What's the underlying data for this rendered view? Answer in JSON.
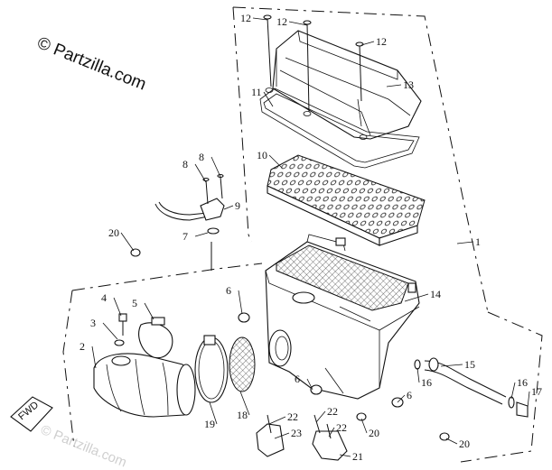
{
  "watermark": {
    "copyright": "© Partzilla.com",
    "footer": "© Partzilla.com"
  },
  "fwd_badge": "FWD",
  "callouts": [
    {
      "id": "c12a",
      "text": "12"
    },
    {
      "id": "c12b",
      "text": "12"
    },
    {
      "id": "c12c",
      "text": "12"
    },
    {
      "id": "c13",
      "text": "13"
    },
    {
      "id": "c11",
      "text": "11"
    },
    {
      "id": "c10",
      "text": "10"
    },
    {
      "id": "c8a",
      "text": "8"
    },
    {
      "id": "c8b",
      "text": "8"
    },
    {
      "id": "c9",
      "text": "9"
    },
    {
      "id": "c7",
      "text": "7"
    },
    {
      "id": "c20a",
      "text": "20"
    },
    {
      "id": "c1",
      "text": "1"
    },
    {
      "id": "c6a",
      "text": "6"
    },
    {
      "id": "c14",
      "text": "14"
    },
    {
      "id": "c4",
      "text": "4"
    },
    {
      "id": "c5",
      "text": "5"
    },
    {
      "id": "c3",
      "text": "3"
    },
    {
      "id": "c2",
      "text": "2"
    },
    {
      "id": "c15",
      "text": "15"
    },
    {
      "id": "c16a",
      "text": "16"
    },
    {
      "id": "c16b",
      "text": "16"
    },
    {
      "id": "c17",
      "text": "17"
    },
    {
      "id": "c6b",
      "text": "6"
    },
    {
      "id": "c6c",
      "text": "6"
    },
    {
      "id": "c22a",
      "text": "22"
    },
    {
      "id": "c22b",
      "text": "22"
    },
    {
      "id": "c22c",
      "text": "22"
    },
    {
      "id": "c20b",
      "text": "20"
    },
    {
      "id": "c20c",
      "text": "20"
    },
    {
      "id": "c19",
      "text": "19"
    },
    {
      "id": "c18",
      "text": "18"
    },
    {
      "id": "c23",
      "text": "23"
    },
    {
      "id": "c21",
      "text": "21"
    }
  ]
}
